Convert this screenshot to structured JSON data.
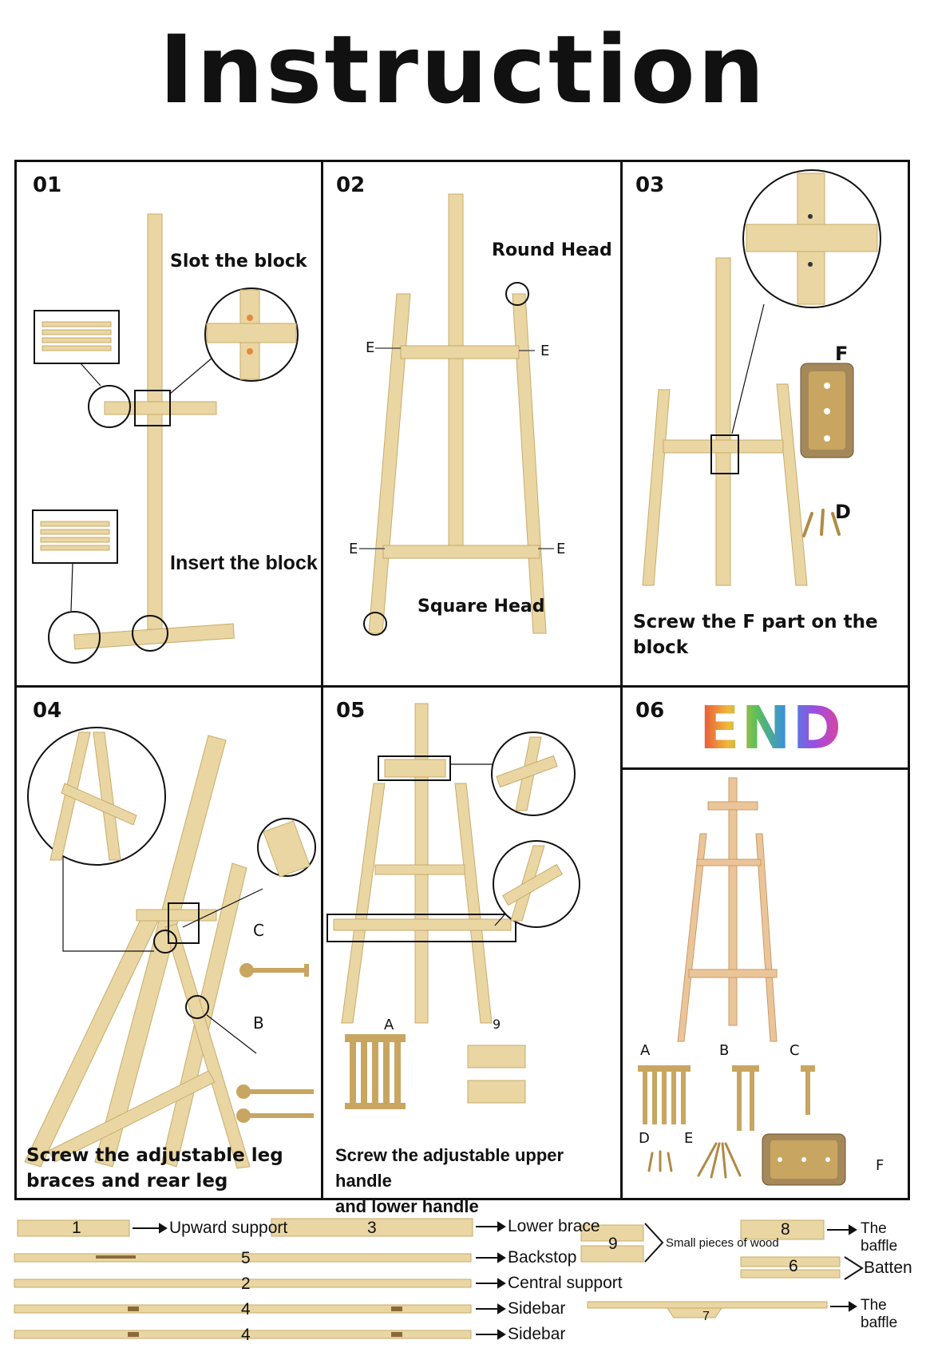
{
  "title": "Instruction",
  "steps": [
    {
      "num": "01",
      "labels": [
        "Slot the block",
        "Insert the block"
      ]
    },
    {
      "num": "02",
      "labels": [
        "Round Head",
        "Square Head",
        "E",
        "E",
        "E",
        "E"
      ]
    },
    {
      "num": "03",
      "labels": [
        "F",
        "D"
      ],
      "caption": "Screw the F part on the block"
    },
    {
      "num": "04",
      "labels": [
        "C",
        "B"
      ],
      "caption_l1": "Screw the adjustable leg",
      "caption_l2": "braces and rear leg"
    },
    {
      "num": "05",
      "labels": [
        "A",
        "9"
      ],
      "caption_l1": "Screw the adjustable upper handle",
      "caption_l2": "and lower handle"
    },
    {
      "num": "06",
      "end_text": "END",
      "labels": [
        "A",
        "B",
        "C",
        "D",
        "E",
        "F"
      ]
    }
  ],
  "parts": [
    {
      "num": "1",
      "label": "Upward support"
    },
    {
      "num": "3",
      "label": "Lower brace"
    },
    {
      "num": "5",
      "label": "Backstop"
    },
    {
      "num": "2",
      "label": "Central support"
    },
    {
      "num": "4",
      "label": "Sidebar"
    },
    {
      "num": "4",
      "label": "Sidebar"
    },
    {
      "num": "9",
      "label": "Small pieces of wood"
    },
    {
      "num": "8",
      "label": "The baffle"
    },
    {
      "num": "6",
      "label": "Batten"
    },
    {
      "num": "7",
      "label": "The baffle"
    }
  ],
  "colors": {
    "wood": "#e9d6a3",
    "wood_edge": "#c9ab6a",
    "hardware": "#c8a661",
    "line": "#111111"
  }
}
